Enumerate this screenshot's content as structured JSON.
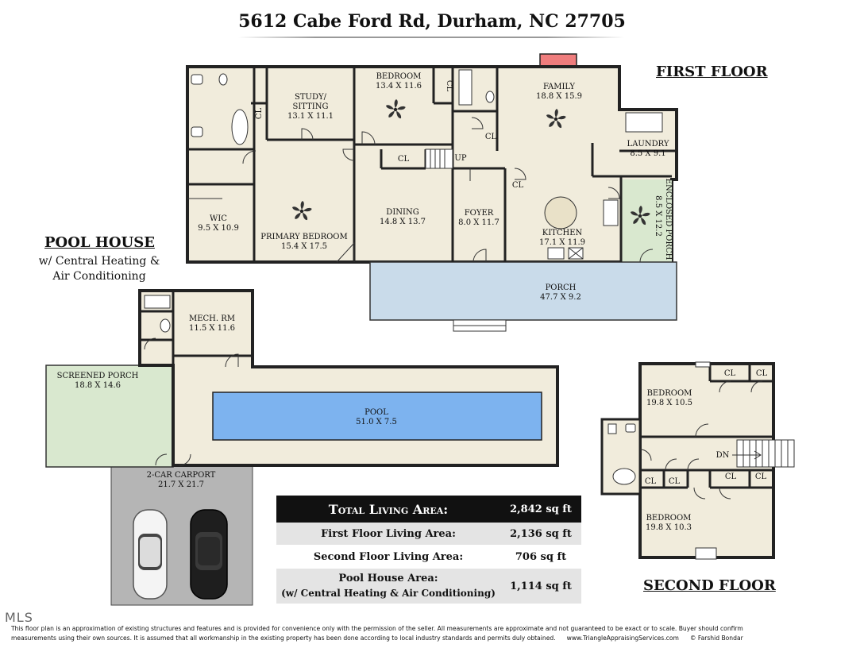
{
  "title": "5612 Cabe Ford Rd, Durham, NC 27705",
  "first_floor": {
    "heading": "FIRST FLOOR",
    "rooms": [
      {
        "id": "bedroom",
        "name": "BEDROOM",
        "dims": "13.4 X 11.6"
      },
      {
        "id": "family",
        "name": "FAMILY",
        "dims": "18.8 X 15.9"
      },
      {
        "id": "study",
        "name": "STUDY/",
        "name2": "SITTING",
        "dims": "13.1 X 11.1"
      },
      {
        "id": "laundry",
        "name": "LAUNDRY",
        "dims": "8.5 X 9.1"
      },
      {
        "id": "enclosed",
        "name": "ENCLOSED PORCH",
        "dims": "8.5 X 12.2"
      },
      {
        "id": "wic",
        "name": "WIC",
        "dims": "9.5 X 10.9"
      },
      {
        "id": "primary",
        "name": "PRIMARY BEDROOM",
        "dims": "15.4 X 17.5"
      },
      {
        "id": "dining",
        "name": "DINING",
        "dims": "14.8 X 13.7"
      },
      {
        "id": "foyer",
        "name": "FOYER",
        "dims": "8.0 X 11.7"
      },
      {
        "id": "kitchen",
        "name": "KITCHEN",
        "dims": "17.1 X 11.9"
      },
      {
        "id": "porch",
        "name": "PORCH",
        "dims": "47.7 X 9.2"
      }
    ],
    "labels": {
      "cl": "CL",
      "up": "UP"
    }
  },
  "pool_house": {
    "heading": "POOL HOUSE",
    "subtitle_line1": "w/ Central Heating &",
    "subtitle_line2": "Air Conditioning",
    "rooms": [
      {
        "id": "mech",
        "name": "MECH. RM",
        "dims": "11.5 X 11.6"
      },
      {
        "id": "screened",
        "name": "SCREENED PORCH",
        "dims": "18.8 X 14.6"
      },
      {
        "id": "pool",
        "name": "POOL",
        "dims": "51.0 X 7.5"
      },
      {
        "id": "carport",
        "name": "2-CAR CARPORT",
        "dims": "21.7 X 21.7"
      }
    ]
  },
  "second_floor": {
    "heading": "SECOND FLOOR",
    "rooms": [
      {
        "id": "bed_top",
        "name": "BEDROOM",
        "dims": "19.8 X 10.5"
      },
      {
        "id": "bed_bottom",
        "name": "BEDROOM",
        "dims": "19.8 X 10.3"
      }
    ],
    "labels": {
      "cl": "CL",
      "dn": "DN"
    }
  },
  "areas": [
    {
      "label": "Total Living Area:",
      "value": "2,842 sq ft"
    },
    {
      "label": "First Floor Living Area:",
      "value": "2,136 sq ft"
    },
    {
      "label": "Second Floor Living Area:",
      "value": "706 sq ft"
    },
    {
      "label": "Pool House Area:",
      "label2": "(w/ Central Heating & Air Conditioning)",
      "value": "1,114 sq ft"
    }
  ],
  "disclaimer_line1": "This floor plan is an approximation of existing structures and features and is provided for convenience only with the permission of the seller.  All measurements are approximate and not guaranteed to be exact or to scale.  Buyer should confirm",
  "disclaimer_line2": "measurements using their own sources.  It is assumed that all workmanship in the existing property has been done according to local industry standards and permits duly obtained.",
  "website": "www.TriangleAppraisingServices.com",
  "copyright": "© Farshid Bondar",
  "mls_mark": "MLS",
  "colors": {
    "floor": "#f1ecdc",
    "porch": "#c9dbea",
    "pool": "#7db3ef",
    "screened": "#d9e8cf",
    "carport": "#b5b5b5",
    "chimney": "#ef7d7d",
    "table_dark": "#111111",
    "table_light": "#e4e4e4"
  }
}
